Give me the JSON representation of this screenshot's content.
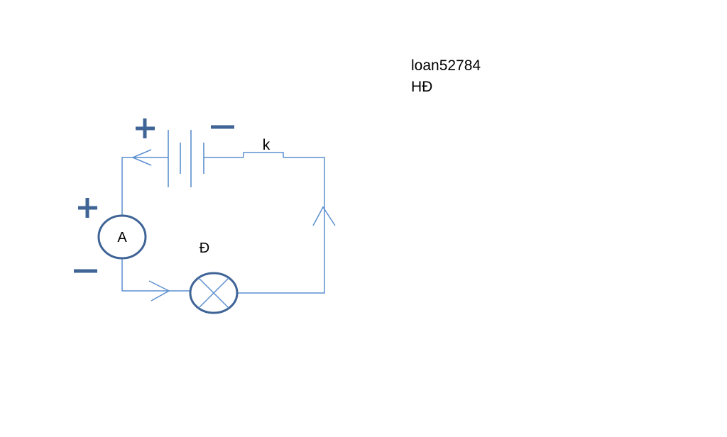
{
  "diagram": {
    "labels": {
      "ammeter": "A",
      "switch": "k",
      "lamp": "Đ",
      "battery_plus": "+",
      "battery_minus": "−",
      "ammeter_plus": "+",
      "ammeter_minus": "−"
    },
    "caption": {
      "username": "loan52784",
      "note": "HĐ"
    },
    "colors": {
      "wire": "#5b8fcf",
      "component": "#3f6496",
      "sign": "#3f6496"
    }
  }
}
